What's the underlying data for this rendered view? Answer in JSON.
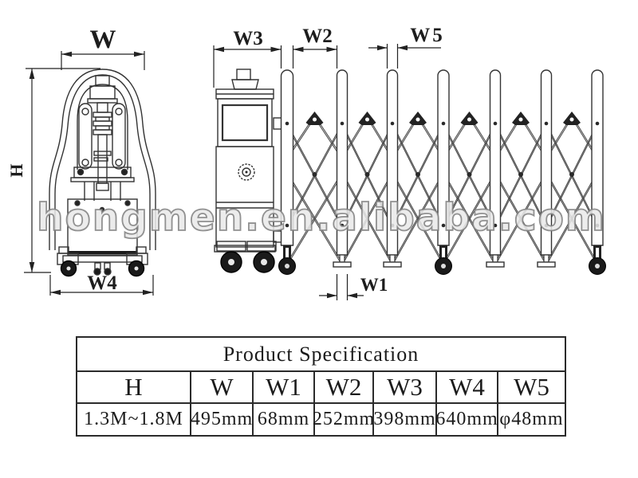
{
  "watermark": "hongmen.en.alibaba.com",
  "diagram": {
    "labels": {
      "w": "W",
      "h": "H",
      "w1": "W1",
      "w2": "W2",
      "w3": "W3",
      "w4": "W4",
      "w5": "W5"
    }
  },
  "table": {
    "title": "Product Specification",
    "headers": [
      "H",
      "W",
      "W1",
      "W2",
      "W3",
      "W4",
      "W5"
    ],
    "values": [
      "1.3M~1.8M",
      "495mm",
      "68mm",
      "252mm",
      "398mm",
      "640mm",
      "φ48mm"
    ]
  }
}
